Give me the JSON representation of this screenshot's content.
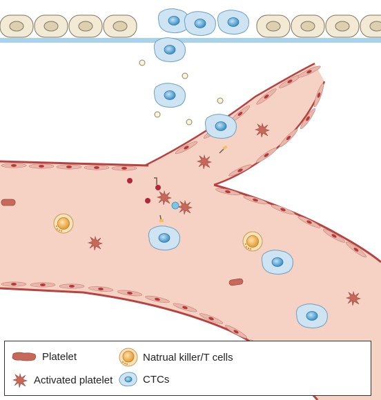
{
  "legend": {
    "items": [
      {
        "label": "Platelet",
        "icon": "platelet-icon"
      },
      {
        "label": "Natrual killer/T cells",
        "icon": "nk-t-cell-icon"
      },
      {
        "label": "Activated platelet",
        "icon": "activated-platelet-icon"
      },
      {
        "label": "CTCs",
        "icon": "ctc-icon"
      }
    ]
  },
  "colors": {
    "vessel_fill": "#f6d2c4",
    "vessel_wall": "#b8423f",
    "endothelial": "#e9b6ac",
    "epithelial_fill": "#f3ead6",
    "basement_membrane": "#a9d3ea",
    "ctc_fill": "#cfe4f3",
    "ctc_nucleus": "#4b9fd1",
    "platelet": "#c8685a",
    "nk_fill": "#f6e2b8",
    "nk_nucleus": "#e8a43d"
  }
}
